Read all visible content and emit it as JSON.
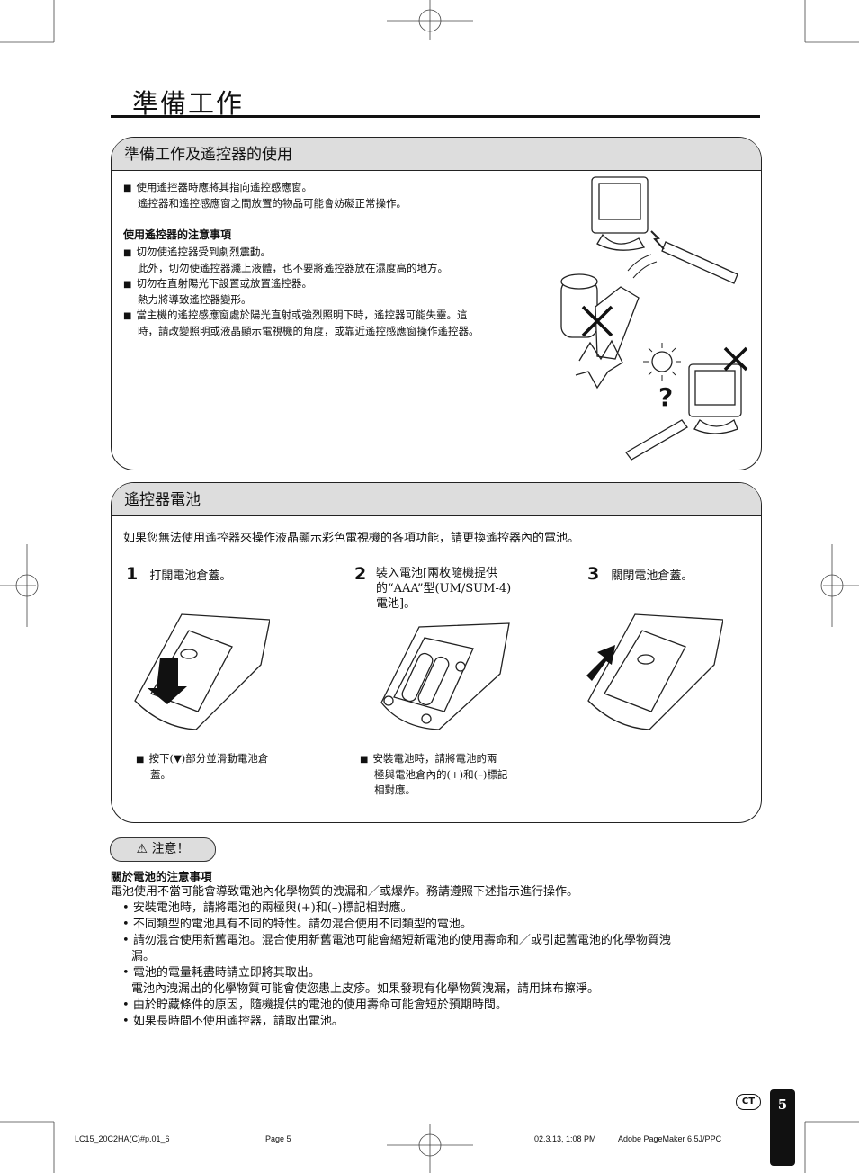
{
  "page": {
    "title": "準備工作",
    "number": "5",
    "lang_badge": "CT"
  },
  "section1": {
    "header": "準備工作及遙控器的使用",
    "intro": [
      "使用遙控器時應將其指向遙控感應窗。",
      "遙控器和遙控感應窗之間放置的物品可能會妨礙正常操作。"
    ],
    "notes_head": "使用遙控器的注意事項",
    "notes": [
      {
        "line": "切勿使遙控器受到劇烈震動。",
        "cont": "此外，切勿使遙控器濺上液體，也不要將遙控器放在濕度高的地方。"
      },
      {
        "line": "切勿在直射陽光下設置或放置遙控器。",
        "cont": "熱力將導致遙控器變形。"
      },
      {
        "line": "當主機的遙控感應窗處於陽光直射或強烈照明下時，遙控器可能失靈。這",
        "cont": "時，請改變照明或液晶顯示電視機的角度，或靠近遙控感應窗操作遙控器。"
      }
    ]
  },
  "section2": {
    "header": "遙控器電池",
    "intro": "如果您無法使用遙控器來操作液晶顯示彩色電視機的各項功能，請更換遙控器內的電池。",
    "steps": [
      {
        "num": "1",
        "text": "打開電池倉蓋。",
        "note": [
          "按下(▼)部分並滑動電池倉",
          "蓋。"
        ]
      },
      {
        "num": "2",
        "text": [
          "裝入電池[兩枚隨機提供",
          "的“AAA”型(UM/SUM-4)",
          "電池]。"
        ],
        "note": [
          "安裝電池時，請將電池的兩",
          "極與電池倉內的(+)和(–)標記",
          "相對應。"
        ]
      },
      {
        "num": "3",
        "text": "關閉電池倉蓋。"
      }
    ]
  },
  "caution": {
    "badge": "注意！",
    "head": "關於電池的注意事項",
    "intro": "電池使用不當可能會導致電池內化學物質的洩漏和／或爆炸。務請遵照下述指示進行操作。",
    "bullets": [
      [
        "安裝電池時，請將電池的兩極與(+)和(–)標記相對應。"
      ],
      [
        "不同類型的電池具有不同的特性。請勿混合使用不同類型的電池。"
      ],
      [
        "請勿混合使用新舊電池。混合使用新舊電池可能會縮短新電池的使用壽命和／或引起舊電池的化學物質洩",
        "漏。"
      ],
      [
        "電池的電量耗盡時請立即將其取出。",
        "電池內洩漏出的化學物質可能會使您患上皮疹。如果發現有化學物質洩漏，請用抹布擦淨。"
      ],
      [
        "由於貯藏條件的原因，隨機提供的電池的使用壽命可能會短於預期時間。"
      ],
      [
        "如果長時間不使用遙控器，請取出電池。"
      ]
    ]
  },
  "footer": {
    "file": "LC15_20C2HA(C)#p.01_6",
    "page": "Page 5",
    "date": "02.3.13, 1:08 PM",
    "app": "Adobe PageMaker 6.5J/PPC"
  }
}
